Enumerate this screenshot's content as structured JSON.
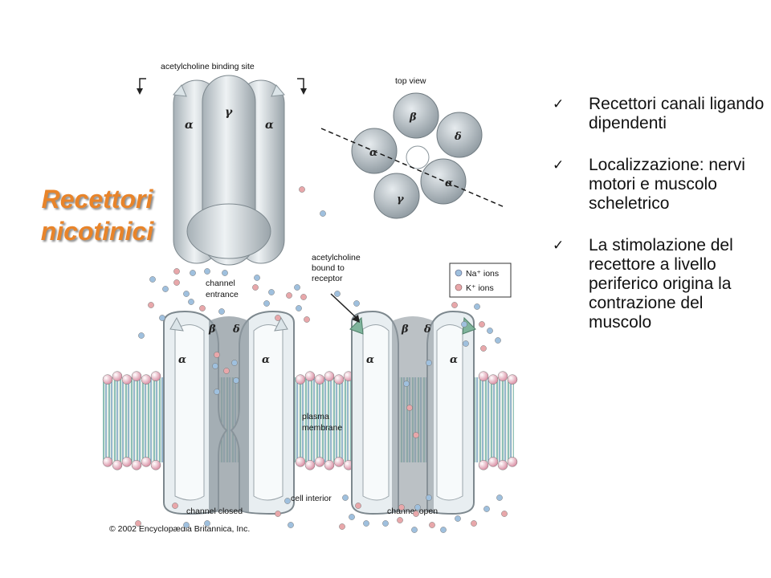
{
  "slide": {
    "title_line1": "Recettori",
    "title_line2": "nicotinici",
    "accent_color": "#e8842a"
  },
  "bullets": [
    {
      "icon": "checkmark-icon",
      "text": "Recettori canali ligando dipendenti"
    },
    {
      "icon": "checkmark-icon",
      "text": "Localizzazione: nervi motori e muscolo scheletrico"
    },
    {
      "icon": "checkmark-icon",
      "text": "La stimolazione del recettore a livello periferico origina la contrazione del muscolo"
    }
  ],
  "figure": {
    "binding_site": "acetylcholine binding site",
    "top_view": "top view",
    "channel_entrance_1": "channel",
    "channel_entrance_2": "entrance",
    "bound_1": "acetylcholine",
    "bound_2": "bound to",
    "bound_3": "receptor",
    "plasma_1": "plasma",
    "plasma_2": "membrane",
    "cell_interior": "cell interior",
    "channel_closed": "channel closed",
    "channel_open": "channel open",
    "copyright": "© 2002 Encyclopædia Britannica, Inc.",
    "legend_na": "Na⁺ ions",
    "legend_k": "K⁺ ions",
    "alpha": "α",
    "beta": "β",
    "gamma": "γ",
    "delta": "δ",
    "na_color": "#9fc0de",
    "k_color": "#e8a7aa"
  }
}
